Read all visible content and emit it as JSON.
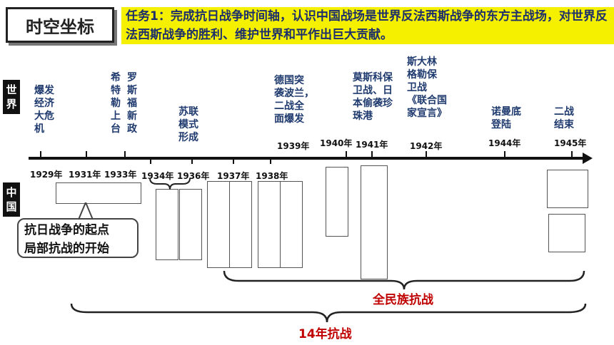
{
  "title": "时空坐标",
  "task": "任务1：完成抗日战争时间轴，认识中国战场是世界反法西斯战争的东方主战场，对世界反法西斯战争的胜利、维护世界和平作出巨大贡献。",
  "side_labels": {
    "world": "世\n界",
    "china": "中\n国"
  },
  "world_events": [
    "爆发\n经济\n大危\n机",
    "希\n特\n勒\n上\n台",
    "罗\n斯\n福\n新\n政",
    "苏联\n模式\n形成",
    "德国突\n袭波兰，\n二战全\n面爆发",
    "莫斯科保\n卫战、日\n本偷袭珍\n珠港",
    "斯大林\n格勒保\n卫战\n《联合国\n家宣言》",
    "诺曼底\n登陆",
    "二战\n结束"
  ],
  "years_below": [
    "1929年",
    "1931年",
    "1933年",
    "1934年",
    "1936年",
    "1937年",
    "1938年"
  ],
  "years_above": [
    "1939年",
    "1940年",
    "1941年",
    "1942年",
    "1944年",
    "1945年"
  ],
  "callout": "抗日战争的起点\n局部抗战的开始",
  "brace_labels": {
    "full": "全民族抗战",
    "total": "14年抗战"
  },
  "colors": {
    "title_bg": "#f5f000",
    "event_text": "#1f3a6e",
    "brace_text": "#c00000"
  }
}
